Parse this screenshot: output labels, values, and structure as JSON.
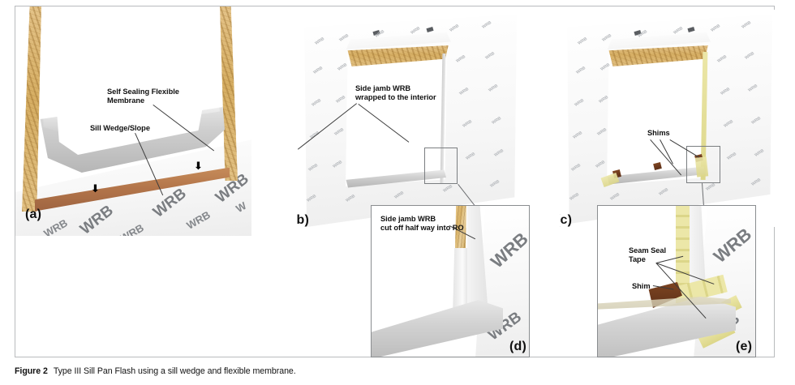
{
  "figure": {
    "number": "Figure 2",
    "caption": "Type III Sill Pan Flash using a sill wedge and flexible membrane."
  },
  "panels": [
    {
      "id": "a",
      "letter": "(a)",
      "annotations": [
        {
          "name": "self-sealing-flexible-membrane",
          "line1": "Self Sealing Flexible",
          "line2": "Membrane"
        },
        {
          "name": "sill-wedge-slope",
          "line1": "Sill Wedge/Slope",
          "line2": ""
        }
      ]
    },
    {
      "id": "b",
      "letter": "(b)",
      "annotations": [
        {
          "name": "side-jamb-wrb-wrapped",
          "line1": "Side jamb WRB",
          "line2": "wrapped to the interior"
        }
      ]
    },
    {
      "id": "c",
      "letter": "(c)",
      "annotations": [
        {
          "name": "shims",
          "line1": "Shims",
          "line2": ""
        }
      ]
    },
    {
      "id": "d",
      "letter": "(d)",
      "annotations": [
        {
          "name": "side-jamb-wrb-cut-off",
          "line1": "Side jamb WRB",
          "line2": "cut off half way into RO"
        }
      ]
    },
    {
      "id": "e",
      "letter": "(e)",
      "annotations": [
        {
          "name": "seam-seal-tape",
          "line1": "Seam Seal",
          "line2": "Tape"
        },
        {
          "name": "shim",
          "line1": "Shim",
          "line2": ""
        }
      ]
    }
  ],
  "materials": {
    "wrb_label": "WRB"
  },
  "colors": {
    "frame_border": "#b9bbbd",
    "detail_border": "#8a8d90",
    "leader_line": "#3c3c3c",
    "membrane_gray": "#cfcfcf",
    "osb_tan": "#d6ae63",
    "lumber_brown": "#b3754a",
    "shim_brown": "#5d3018",
    "tape_yellow": "#dcd689",
    "text": "#111111"
  }
}
